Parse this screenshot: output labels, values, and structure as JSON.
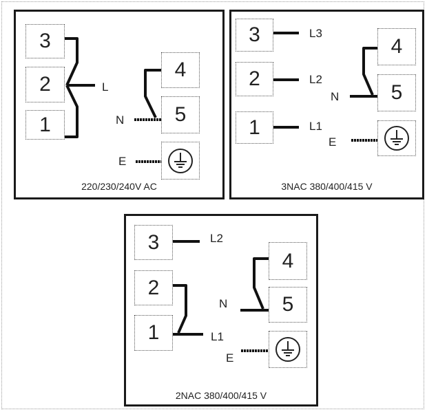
{
  "panels": [
    {
      "caption": "220/230/240V AC",
      "terminals": [
        "3",
        "2",
        "1",
        "4",
        "5"
      ],
      "labels": {
        "L": "L",
        "N": "N",
        "E": "E"
      }
    },
    {
      "caption": "3NAC 380/400/415 V",
      "terminals": [
        "3",
        "2",
        "1",
        "4",
        "5"
      ],
      "labels": {
        "L3": "L3",
        "L2": "L2",
        "L1": "L1",
        "N": "N",
        "E": "E"
      }
    },
    {
      "caption": "2NAC 380/400/415 V",
      "terminals": [
        "3",
        "2",
        "1",
        "4",
        "5"
      ],
      "labels": {
        "L2": "L2",
        "L1": "L1",
        "N": "N",
        "E": "E"
      }
    }
  ],
  "icons": {
    "ground": "ground-icon"
  }
}
